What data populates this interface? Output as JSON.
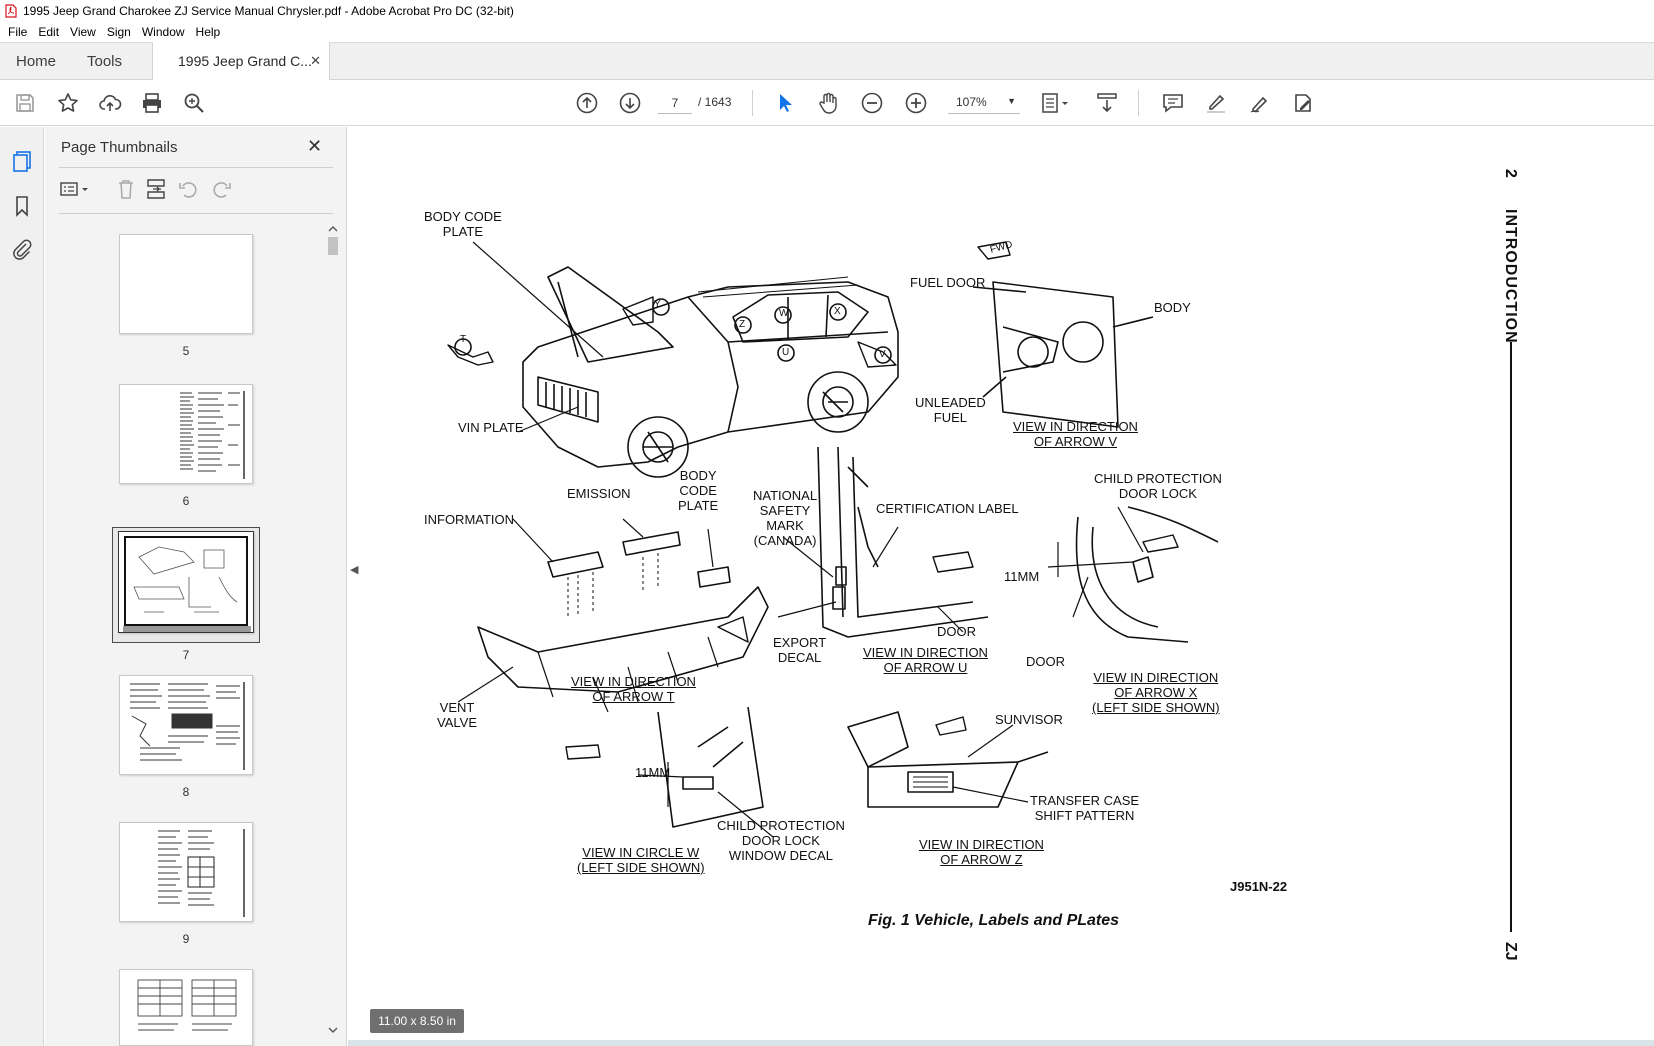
{
  "window": {
    "title": "1995 Jeep Grand Charokee ZJ Service Manual Chrysler.pdf - Adobe Acrobat Pro DC (32-bit)"
  },
  "menu": [
    "File",
    "Edit",
    "View",
    "Sign",
    "Window",
    "Help"
  ],
  "tabs": {
    "home": "Home",
    "tools": "Tools",
    "document": "1995 Jeep Grand C...",
    "close": "✕"
  },
  "toolbar": {
    "current_page": "7",
    "page_total": "/ 1643",
    "zoom": "107%"
  },
  "thumbnails_panel": {
    "title": "Page Thumbnails",
    "close": "✕",
    "pages": [
      "5",
      "6",
      "7",
      "8",
      "9"
    ],
    "selected_page": "7"
  },
  "document": {
    "page_size": "11.00 x 8.50 in",
    "side_page_number": "2",
    "side_section": "INTRODUCTION",
    "side_model": "ZJ",
    "figure_code": "J951N-22",
    "figure_caption": "Fig. 1 Vehicle, Labels and PLates",
    "labels": {
      "body_code_plate_1": "BODY CODE\nPLATE",
      "vin_plate": "VIN PLATE",
      "fuel_door": "FUEL DOOR",
      "body": "BODY",
      "unleaded_fuel": "UNLEADED\nFUEL",
      "view_arrow_v": "VIEW IN DIRECTION\nOF ARROW V",
      "emission": "EMISSION",
      "body_code_plate_2": "BODY\nCODE\nPLATE",
      "information": "INFORMATION",
      "national_safety": "NATIONAL\nSAFETY\nMARK\n(CANADA)",
      "certification_label": "CERTIFICATION LABEL",
      "child_protection_lock": "CHILD PROTECTION\nDOOR LOCK",
      "mm11_a": "11MM",
      "export_decal": "EXPORT\nDECAL",
      "door_1": "DOOR",
      "view_arrow_u": "VIEW IN DIRECTION\nOF ARROW U",
      "door_2": "DOOR",
      "view_arrow_x": "VIEW IN DIRECTION\nOF ARROW X\n(LEFT SIDE SHOWN)",
      "view_arrow_t": "VIEW IN DIRECTION\nOF ARROW T",
      "vent_valve": "VENT\nVALVE",
      "sunvisor": "SUNVISOR",
      "mm11_b": "11MM",
      "transfer_case": "TRANSFER CASE\nSHIFT PATTERN",
      "child_protection_decal": "CHILD PROTECTION\nDOOR LOCK\nWINDOW DECAL",
      "view_circle_w": "VIEW IN CIRCLE W\n(LEFT SIDE SHOWN)",
      "view_arrow_z": "VIEW IN DIRECTION\nOF ARROW Z",
      "fwd": "FWD",
      "t": "T",
      "y": "Y",
      "z": "Z",
      "w": "W",
      "x": "X",
      "u": "U",
      "v": "V"
    }
  }
}
